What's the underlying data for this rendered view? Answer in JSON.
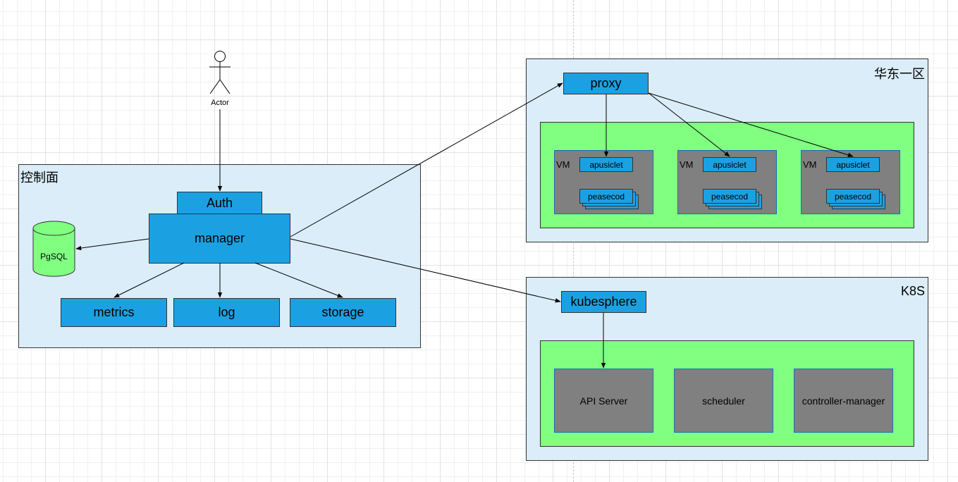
{
  "diagram": {
    "actor": {
      "label": "Actor"
    },
    "control_plane": {
      "title": "控制面",
      "auth": "Auth",
      "manager": "manager",
      "database": "PgSQL",
      "metrics": "metrics",
      "log": "log",
      "storage": "storage"
    },
    "east_zone": {
      "title": "华东一区",
      "proxy": "proxy",
      "vms": [
        {
          "label": "VM",
          "agent": "apusiclet",
          "pods": "peasecod"
        },
        {
          "label": "VM",
          "agent": "apusiclet",
          "pods": "peasecod"
        },
        {
          "label": "VM",
          "agent": "apusiclet",
          "pods": "peasecod"
        }
      ]
    },
    "k8s_zone": {
      "title": "K8S",
      "kubesphere": "kubesphere",
      "components": [
        "API Server",
        "scheduler",
        "controller-manager"
      ]
    }
  },
  "colors": {
    "region_fill": "#daedf8",
    "node_blue": "#1ba1e2",
    "zone_green": "#80ff80",
    "vm_gray": "#808080",
    "database_green": "#80ff80"
  }
}
